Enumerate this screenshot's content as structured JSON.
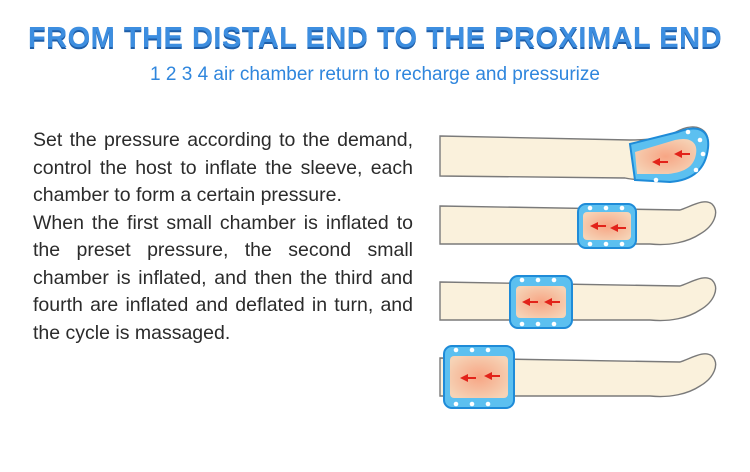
{
  "header": {
    "title": "FROM THE DISTAL END TO THE PROXIMAL END",
    "subtitle": "1  2  3  4 air chamber return to recharge and pressurize"
  },
  "description": {
    "paragraph_1": "Set the pressure according to the demand, control the host to inflate the sleeve, each chamber to form a certain pressure.",
    "paragraph_2": "When the first small chamber is inflated to the preset pressure, the second small chamber is inflated, and then the third and fourth are inflated and deflated in turn, and the cycle is massaged."
  },
  "colors": {
    "title_blue": "#3d8ee0",
    "title_shadow": "#1f5ea8",
    "leg_fill": "#faf1dc",
    "leg_stroke": "#7a7a7a",
    "cuff_blue": "#5cc0f0",
    "cuff_dark": "#1e8bd8",
    "pressure_zone": "#f2b28e",
    "arrow_red": "#e2231a"
  },
  "icons": [
    "leg-illustration",
    "air-chamber-cuff",
    "pressure-arrow-icon"
  ]
}
